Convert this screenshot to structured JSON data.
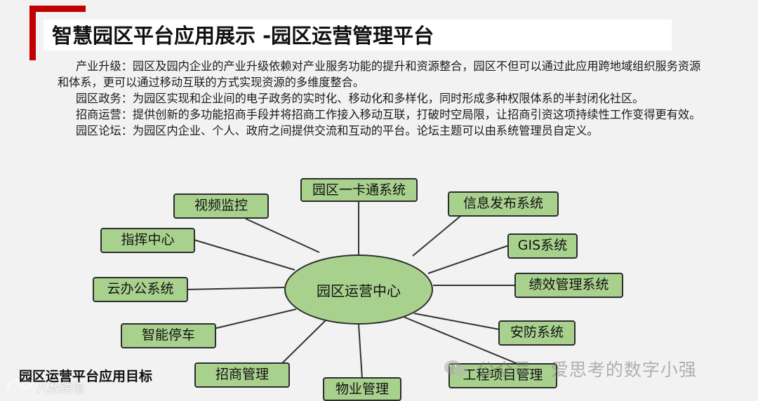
{
  "title": "智慧园区平台应用展示 -园区运营管理平台",
  "paragraphs": [
    "产业升级：园区及园内企业的产业升级依赖对产业服务功能的提升和资源整合，园区不但可以通过此应用跨地域组织服务资源和体系，更可以通过移动互联的方式实现资源的多维度整合。",
    "园区政务：为园区实现和企业间的电子政务的实时化、移动化和多样化，同时形成多种权限体系的半封闭化社区。",
    "招商运营：提供创新的多功能招商手段并将招商工作接入移动互联，打破时空局限，让招商引资这项持续性工作变得更有效。",
    "园区论坛：为园区内企业、个人、政府之间提供交流和互动的平台。论坛主题可以由系统管理员自定义。"
  ],
  "diagram": {
    "center": "园区运营中心",
    "nodes": {
      "card": "园区一卡通系统",
      "video": "视频监控",
      "info": "信息发布系统",
      "command": "指挥中心",
      "gis": "GIS系统",
      "cloud": "云办公系统",
      "perf": "绩效管理系统",
      "parking": "智能停车",
      "security": "安防系统",
      "invest": "招商管理",
      "engineering": "工程项目管理",
      "property": "物业管理"
    }
  },
  "bottom_label": "园区运营平台应用目标",
  "watermark": "公众号 · 爱思考的数字小强",
  "watermark_secondary": "八数跨境",
  "colors": {
    "accent": "#c00000",
    "node_fill": "#a9d18e",
    "background": "#f2f2f2"
  }
}
